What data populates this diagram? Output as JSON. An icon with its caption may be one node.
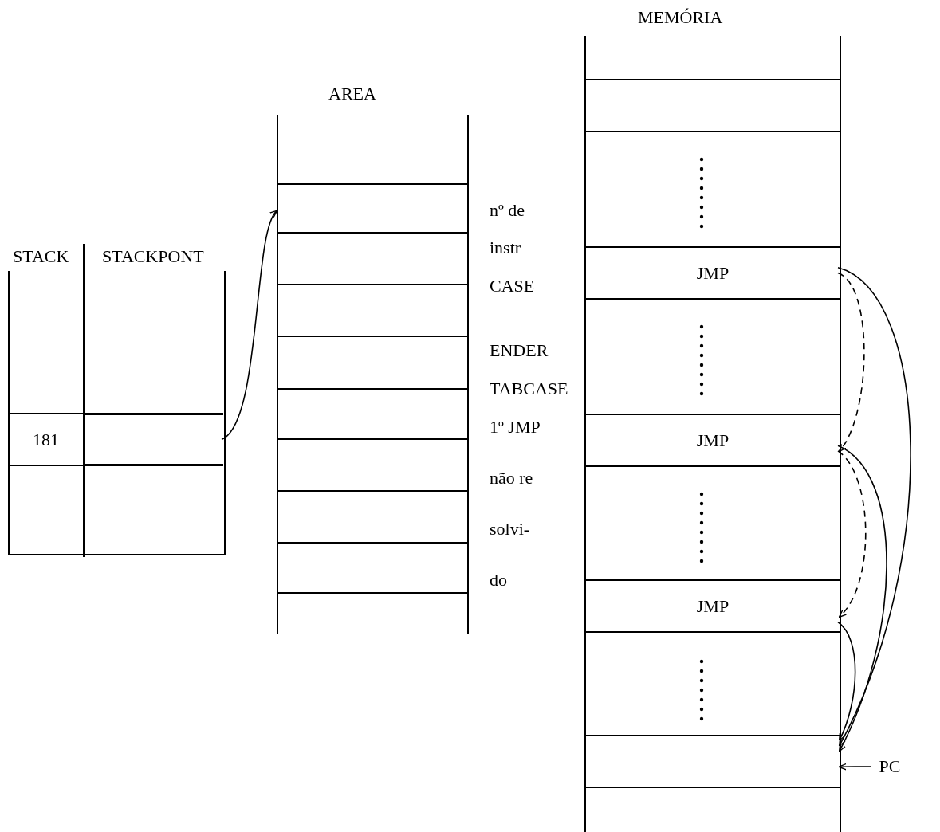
{
  "diagram": {
    "nodes": [
      {
        "text": [
          "STACK",
          "STACKPONT"
        ]
      },
      {
        "text": [
          "181"
        ],
        "in": 0
      },
      {
        "text": [],
        "shape": "box",
        "in": 0
      },
      {
        "text": [
          "AREA"
        ]
      },
      {
        "text": [],
        "shape": "box",
        "in": 3
      },
      {
        "text": [
          "MEMÓRIA"
        ]
      },
      {
        "text": [
          "JMP"
        ],
        "in": 5
      },
      {
        "text": [
          "JMP"
        ],
        "in": 5
      },
      {
        "text": [
          "JMP"
        ],
        "in": 5
      },
      {
        "text": [],
        "shape": "box",
        "in": 5
      },
      {
        "text": [
          "PC"
        ]
      }
    ],
    "edges": [
      {
        "from": 2,
        "to": 4,
        "arrow": "to"
      },
      {
        "from": 6,
        "to": 7,
        "arrow": "to",
        "style": "dashed"
      },
      {
        "from": 7,
        "to": 8,
        "arrow": "to",
        "style": "dashed"
      },
      {
        "from": 6,
        "to": 9,
        "arrow": "to"
      },
      {
        "from": 7,
        "to": 9,
        "arrow": "to"
      },
      {
        "from": 8,
        "to": 9,
        "arrow": "to"
      },
      {
        "from": 10,
        "to": 9,
        "arrow": "to"
      }
    ],
    "labels": [
      "nº de",
      "instr",
      "CASE",
      "ENDER",
      "TABCASE",
      "1º JMP",
      "não re",
      "solvi-",
      "do"
    ]
  }
}
